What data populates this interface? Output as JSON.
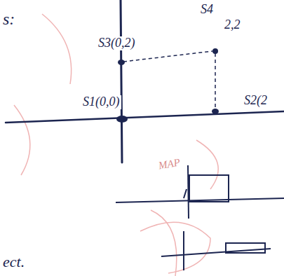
{
  "diagram": {
    "labels": [
      "s:",
      "S4",
      "2,2",
      "S3(0,2)",
      "S1(0,0)",
      "S2(2",
      "MAP",
      "ect."
    ]
  }
}
